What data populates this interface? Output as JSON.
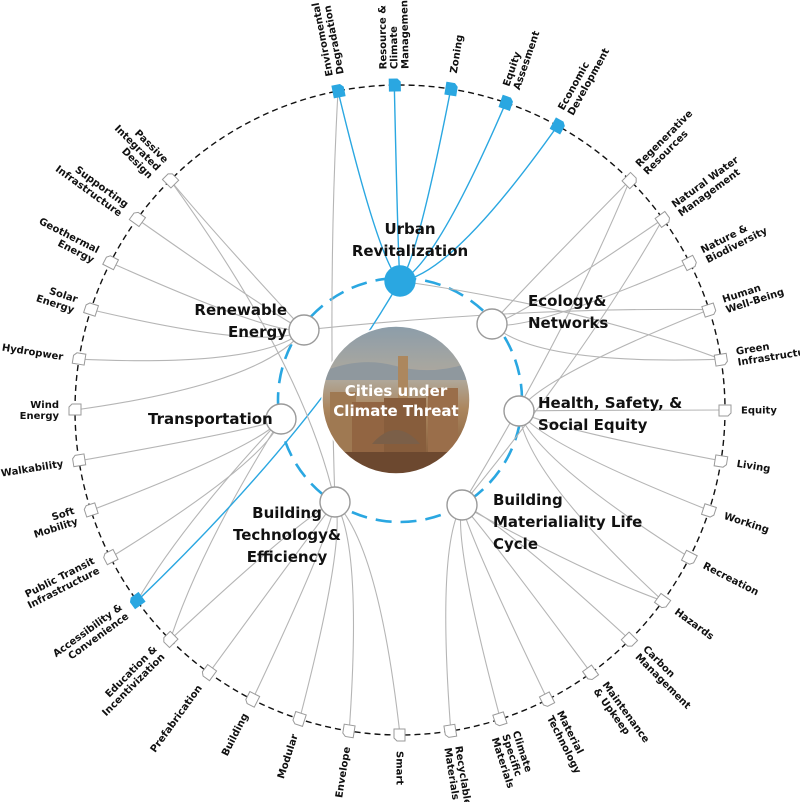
{
  "center": {
    "lines": [
      "Cities under",
      "Climate Threat"
    ]
  },
  "colors": {
    "accent": "#2aa7e1",
    "link": "#b5b5b5",
    "outline": "#111111",
    "node_border": "#9a9a9a"
  },
  "hubs": [
    {
      "id": "urban",
      "lines": [
        "Urban",
        "Revitalization"
      ],
      "highlight": true
    },
    {
      "id": "ecology",
      "lines": [
        "Ecology&",
        "Networks"
      ],
      "highlight": false
    },
    {
      "id": "health",
      "lines": [
        "Health, Safety, &",
        "Social Equity"
      ],
      "highlight": false
    },
    {
      "id": "materiality",
      "lines": [
        "Building",
        "Materialiality Life",
        "Cycle"
      ],
      "highlight": false
    },
    {
      "id": "technology",
      "lines": [
        "Building",
        "Technology&",
        "Efficiency"
      ],
      "highlight": false
    },
    {
      "id": "transportation",
      "lines": [
        "Transportation"
      ],
      "highlight": false
    },
    {
      "id": "renewable",
      "lines": [
        "Renewable",
        "Energy"
      ],
      "highlight": false
    }
  ],
  "leaves": [
    {
      "lines": [
        "Enviromental",
        "Degradation"
      ],
      "hubs": [
        "urban",
        "technology"
      ],
      "highlight": true
    },
    {
      "lines": [
        "Resource &",
        "Climate",
        "Management"
      ],
      "hubs": [
        "urban"
      ],
      "highlight": true
    },
    {
      "lines": [
        "Zoning"
      ],
      "hubs": [
        "urban"
      ],
      "highlight": true
    },
    {
      "lines": [
        "Equity",
        "Assesment"
      ],
      "hubs": [
        "urban"
      ],
      "highlight": true
    },
    {
      "lines": [
        "Economic",
        "Development"
      ],
      "hubs": [
        "urban"
      ],
      "highlight": true
    },
    {
      "lines": [
        "Regenerative",
        "Resources"
      ],
      "hubs": [
        "ecology",
        "materiality"
      ],
      "highlight": false
    },
    {
      "lines": [
        "Natural Water",
        "Management"
      ],
      "hubs": [
        "ecology",
        "materiality"
      ],
      "highlight": false
    },
    {
      "lines": [
        "Nature &",
        "Biodiversity"
      ],
      "hubs": [
        "ecology"
      ],
      "highlight": false
    },
    {
      "lines": [
        "Human",
        "Well-Being"
      ],
      "hubs": [
        "health",
        "renewable"
      ],
      "highlight": false
    },
    {
      "lines": [
        "Green",
        "Infrastructure"
      ],
      "hubs": [
        "ecology",
        "urban"
      ],
      "highlight": false
    },
    {
      "lines": [
        "Equity"
      ],
      "hubs": [
        "health"
      ],
      "highlight": false
    },
    {
      "lines": [
        "Living"
      ],
      "hubs": [
        "health"
      ],
      "highlight": false
    },
    {
      "lines": [
        "Working"
      ],
      "hubs": [
        "health"
      ],
      "highlight": false
    },
    {
      "lines": [
        "Recreation"
      ],
      "hubs": [
        "health"
      ],
      "highlight": false
    },
    {
      "lines": [
        "Hazards"
      ],
      "hubs": [
        "health",
        "materiality"
      ],
      "highlight": false
    },
    {
      "lines": [
        "Carbon",
        "Management"
      ],
      "hubs": [
        "materiality"
      ],
      "highlight": false
    },
    {
      "lines": [
        "Maintenance",
        "& Upkeep"
      ],
      "hubs": [
        "materiality"
      ],
      "highlight": false
    },
    {
      "lines": [
        "Material",
        "Technology"
      ],
      "hubs": [
        "materiality"
      ],
      "highlight": false
    },
    {
      "lines": [
        "Climate",
        "Specific",
        "Materials"
      ],
      "hubs": [
        "materiality"
      ],
      "highlight": false
    },
    {
      "lines": [
        "Recyclable",
        "Materials"
      ],
      "hubs": [
        "materiality"
      ],
      "highlight": false
    },
    {
      "lines": [
        "Smart"
      ],
      "hubs": [
        "technology"
      ],
      "highlight": false
    },
    {
      "lines": [
        "Envelope"
      ],
      "hubs": [
        "technology"
      ],
      "highlight": false
    },
    {
      "lines": [
        "Modular"
      ],
      "hubs": [
        "technology"
      ],
      "highlight": false
    },
    {
      "lines": [
        "Building"
      ],
      "hubs": [
        "technology"
      ],
      "highlight": false
    },
    {
      "lines": [
        "Prefabrication"
      ],
      "hubs": [
        "technology"
      ],
      "highlight": false
    },
    {
      "lines": [
        "Education &",
        "Incentivization"
      ],
      "hubs": [
        "technology",
        "transportation"
      ],
      "highlight": false
    },
    {
      "lines": [
        "Accessibility &",
        "Convenience"
      ],
      "hubs": [
        "urban",
        "transportation"
      ],
      "highlight": true
    },
    {
      "lines": [
        "Public Transit",
        "Infrastructure"
      ],
      "hubs": [
        "transportation"
      ],
      "highlight": false
    },
    {
      "lines": [
        "Soft",
        "Mobility"
      ],
      "hubs": [
        "transportation"
      ],
      "highlight": false
    },
    {
      "lines": [
        "Walkability"
      ],
      "hubs": [
        "transportation"
      ],
      "highlight": false
    },
    {
      "lines": [
        "Wind",
        "Energy"
      ],
      "hubs": [
        "renewable"
      ],
      "highlight": false
    },
    {
      "lines": [
        "Hydropwer"
      ],
      "hubs": [
        "renewable"
      ],
      "highlight": false
    },
    {
      "lines": [
        "Solar",
        "Energy"
      ],
      "hubs": [
        "renewable"
      ],
      "highlight": false
    },
    {
      "lines": [
        "Geothermal",
        "Energy"
      ],
      "hubs": [
        "renewable"
      ],
      "highlight": false
    },
    {
      "lines": [
        "Supporting",
        "Infrastructure"
      ],
      "hubs": [
        "renewable"
      ],
      "highlight": false
    },
    {
      "lines": [
        "Passive",
        "Integrated",
        "Design"
      ],
      "hubs": [
        "technology",
        "renewable"
      ],
      "highlight": false
    }
  ]
}
